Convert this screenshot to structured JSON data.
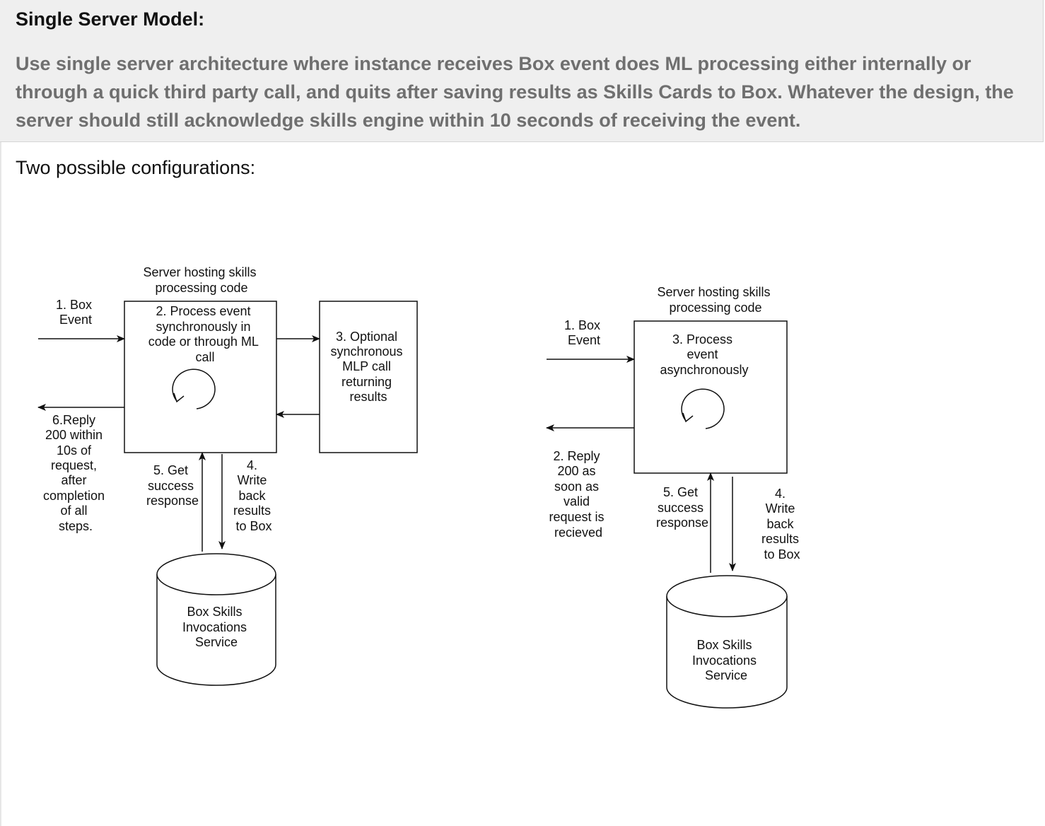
{
  "header": {
    "title": "Single Server Model:",
    "body": "Use single server architecture where instance receives Box event does ML processing either internally or through a quick third party call, and quits after saving results as Skills Cards to Box. Whatever the design, the server should still acknowledge skills engine within 10 seconds of receiving the event."
  },
  "subtitle": "Two possible configurations:",
  "diagram_left": {
    "server_title": [
      "Server hosting skills",
      "processing code"
    ],
    "server_text": [
      "2. Process event",
      "synchronously in",
      "code or through ML",
      "call"
    ],
    "incoming_label": [
      "1. Box",
      "Event"
    ],
    "mlp_text": [
      "3. Optional",
      "synchronous",
      "MLP call",
      "returning",
      "results"
    ],
    "reply_label": [
      "6.Reply",
      "200 within",
      "10s of",
      "request,",
      "after",
      "completion",
      "of all",
      "steps."
    ],
    "get_label": [
      "5. Get",
      "success",
      "response"
    ],
    "write_label": [
      "4.",
      "Write",
      "back",
      "results",
      "to Box"
    ],
    "db_text": [
      "Box Skills",
      "Invocations",
      "Service"
    ]
  },
  "diagram_right": {
    "server_title": [
      "Server hosting skills",
      "processing code"
    ],
    "server_text": [
      "3. Process",
      "event",
      "asynchronously"
    ],
    "incoming_label": [
      "1. Box",
      "Event"
    ],
    "reply_label": [
      "2. Reply",
      "200 as",
      "soon as",
      "valid",
      "request is",
      "recieved"
    ],
    "get_label": [
      "5. Get",
      "success",
      "response"
    ],
    "write_label": [
      "4.",
      "Write",
      "back",
      "results",
      "to Box"
    ],
    "db_text": [
      "Box Skills",
      "Invocations",
      "Service"
    ]
  }
}
